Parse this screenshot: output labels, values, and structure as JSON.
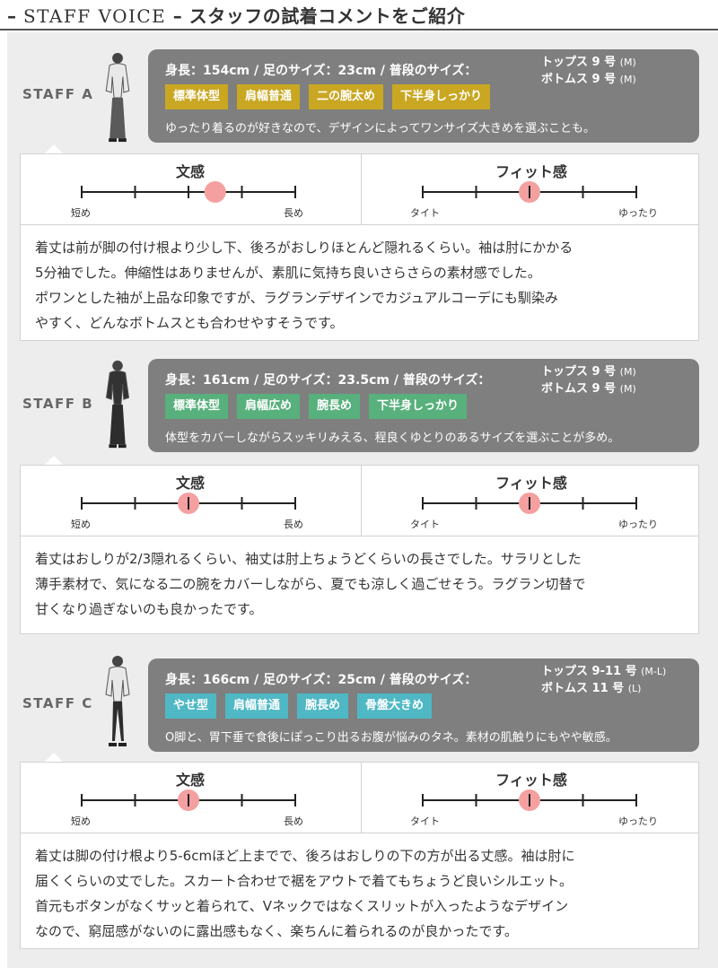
{
  "header": {
    "title_en": "STAFF VOICE",
    "title_ja": "スタッフの試着コメントをご紹介"
  },
  "colors": {
    "yellow": "#c9a722",
    "green": "#58b07c",
    "teal": "#4fb8c4",
    "marker": "#f4a0a0",
    "panel": "#7f7f7f"
  },
  "labels": {
    "length": "文感",
    "fit": "フィット感",
    "short": "短め",
    "long": "長め",
    "tight": "タイト",
    "loose": "ゆったり"
  },
  "staff": [
    {
      "label": "STAFF A",
      "stats": "身長：154cm / 足のサイズ：23cm / 普段のサイズ：",
      "tops_label": "トップス",
      "tops_size": "9 号",
      "tops_note": "(M)",
      "bottoms_label": "ボトムス",
      "bottoms_size": "9 号",
      "bottoms_note": "(M)",
      "tags": [
        "標準体型",
        "肩幅普通",
        "二の腕太め",
        "下半身しっかり"
      ],
      "tag_color": "#c9a722",
      "note": "ゆったり着るのが好きなので、デザインによってワンサイズ大きめを選ぶことも。",
      "length_level": 2.5,
      "fit_level": 2,
      "comment": "着丈は前が脚の付け根より少し下、後ろがおしりほとんど隠れるくらい。袖は肘にかかる\n5分袖でした。伸縮性はありませんが、素肌に気持ち良いさらさらの素材感でした。\nポワンとした袖が上品な印象ですが、ラグランデザインでカジュアルコーデにも馴染み\nやすく、どんなボトムスとも合わせやすそうです。"
    },
    {
      "label": "STAFF B",
      "stats": "身長：161cm / 足のサイズ：23.5cm / 普段のサイズ：",
      "tops_label": "トップス",
      "tops_size": "9 号",
      "tops_note": "(M)",
      "bottoms_label": "ボトムス",
      "bottoms_size": "9 号",
      "bottoms_note": "(M)",
      "tags": [
        "標準体型",
        "肩幅広め",
        "腕長め",
        "下半身しっかり"
      ],
      "tag_color": "#58b07c",
      "note": "体型をカバーしながらスッキリみえる、程良くゆとりのあるサイズを選ぶことが多め。",
      "length_level": 2,
      "fit_level": 2,
      "comment": "着丈はおしりが2/3隠れるくらい、袖丈は肘上ちょうどくらいの長さでした。サラリとした\n薄手素材で、気になる二の腕をカバーしながら、夏でも涼しく過ごせそう。ラグラン切替で\n甘くなり過ぎないのも良かったです。"
    },
    {
      "label": "STAFF C",
      "stats": "身長：166cm / 足のサイズ：25cm / 普段のサイズ：",
      "tops_label": "トップス",
      "tops_size": "9-11 号",
      "tops_note": "(M-L)",
      "bottoms_label": "ボトムス",
      "bottoms_size": "11 号",
      "bottoms_note": "(L)",
      "tags": [
        "やせ型",
        "肩幅普通",
        "腕長め",
        "骨盤大きめ"
      ],
      "tag_color": "#4fb8c4",
      "note": "O脚と、胃下垂で食後にぽっこり出るお腹が悩みのタネ。素材の肌触りにもやや敏感。",
      "length_level": 2,
      "fit_level": 2,
      "comment": "着丈は脚の付け根より5-6cmほど上までで、後ろはおしりの下の方が出る丈感。袖は肘に\n届くくらいの丈でした。スカート合わせで裾をアウトで着てもちょうど良いシルエット。\n首元もボタンがなくサッと着られて、Vネックではなくスリットが入ったようなデザイン\nなので、窮屈感がないのに露出感もなく、楽ちんに着られるのが良かったです。"
    }
  ]
}
